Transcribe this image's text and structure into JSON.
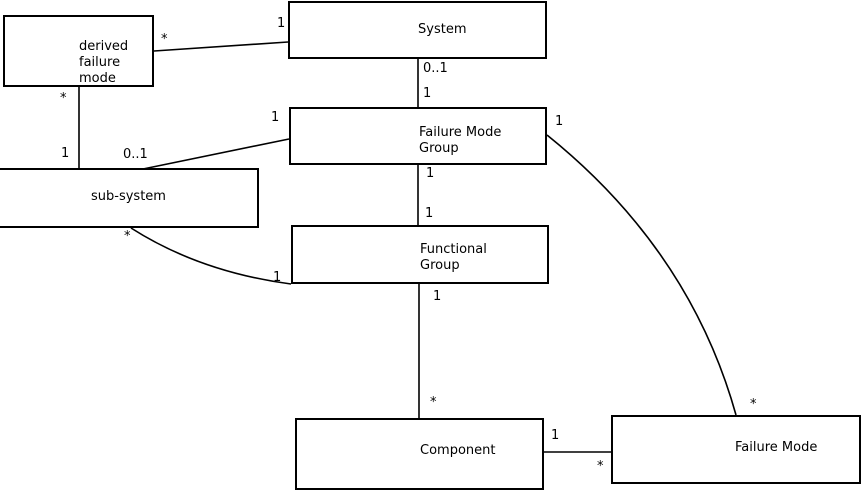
{
  "entities": {
    "derived_failure_mode": {
      "lines": [
        "derived",
        "failure",
        "mode"
      ]
    },
    "system": {
      "label": "System"
    },
    "failure_mode_group": {
      "lines": [
        "Failure Mode",
        "Group"
      ]
    },
    "sub_system": {
      "label": "sub-system"
    },
    "functional_group": {
      "lines": [
        "Functional",
        "Group"
      ]
    },
    "component": {
      "label": "Component"
    },
    "failure_mode": {
      "label": "Failure Mode"
    }
  },
  "multiplicities": {
    "dfm_system": {
      "near_dfm": "*",
      "near_system": "1"
    },
    "dfm_sub_system": {
      "near_dfm": "*",
      "near_sub_system": "1"
    },
    "system_fmg": {
      "near_system": "0..1",
      "near_fmg": "1"
    },
    "fmg_sub_system": {
      "near_fmg": "1",
      "near_sub_system": "0..1"
    },
    "fmg_functional_group": {
      "near_fmg": "1",
      "near_fg": "1"
    },
    "sub_system_fg": {
      "near_sub_system": "*",
      "near_fg": "1"
    },
    "fg_component": {
      "near_fg": "1",
      "near_component": "*"
    },
    "component_failure_mode": {
      "near_component": "1",
      "near_fm": "*"
    },
    "fmg_failure_mode": {
      "near_fmg": "1",
      "near_fm": "*"
    }
  },
  "colors": {
    "line": "#000000",
    "box_fill": "#ffffff",
    "background": "#ffffff",
    "text": "#000000"
  }
}
